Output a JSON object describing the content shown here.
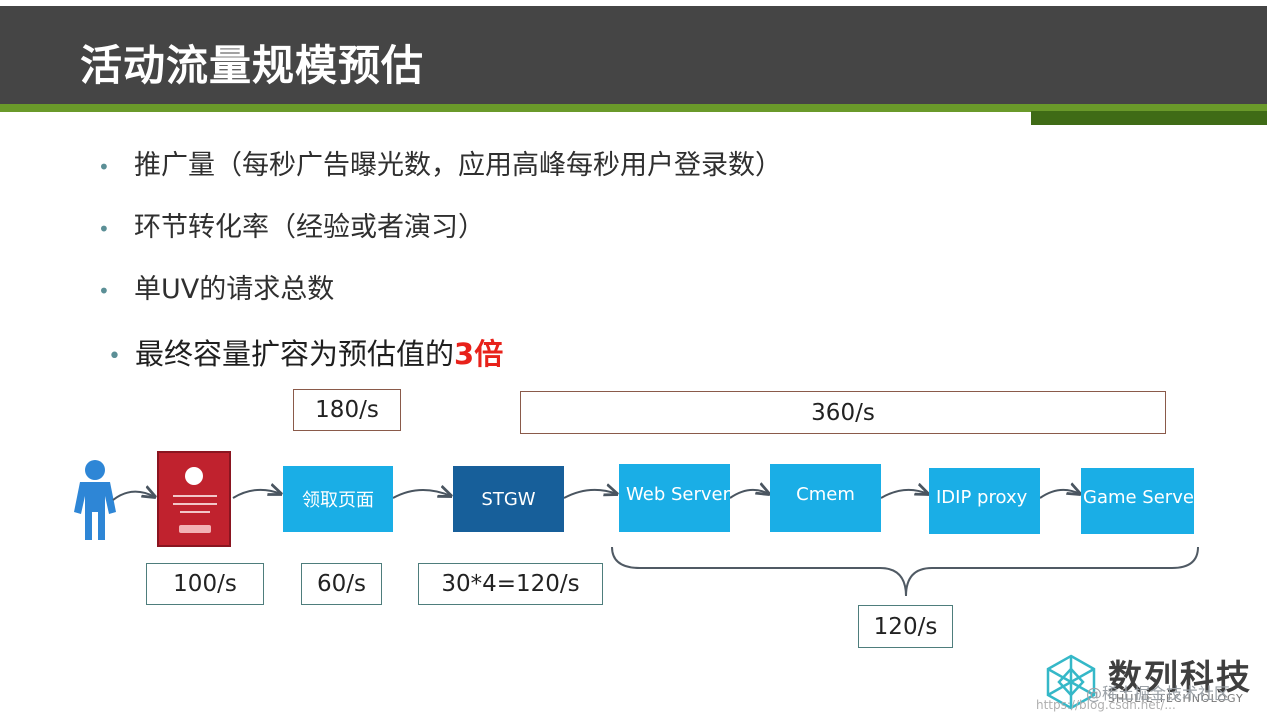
{
  "header": {
    "title": "活动流量规模预估"
  },
  "bullets": [
    {
      "text": "推广量（每秒广告曝光数，应用高峰每秒用户登录数）"
    },
    {
      "text": "环节转化率（经验或者演习）"
    },
    {
      "text": "单UV的请求总数"
    },
    {
      "text": "最终容量扩容为预估值的",
      "highlight": "3倍",
      "highlight_color": "#e8211a"
    }
  ],
  "bullet_marker": "•",
  "flow": {
    "nodes": [
      "领取页面",
      "STGW",
      "Web Server",
      "Cmem",
      "IDIP proxy",
      "Game Server"
    ],
    "rates": {
      "card": "100/s",
      "page": "60/s",
      "stgw": "30*4=120/s",
      "page_peak": "180/s",
      "backend_peak": "360/s",
      "backend": "120/s"
    },
    "colors": {
      "node": "#1aaee6",
      "node_dark": "#175f9a",
      "user_icon": "#2e86d6",
      "card": "#c0222e"
    }
  },
  "icons": {
    "user": "person-icon",
    "card": "gift-card-icon",
    "logo": "hexagon-logo-icon"
  },
  "logo": {
    "name": "数列科技",
    "sub": "SHULIE TECHNOLOGY"
  },
  "watermark": "@稀土掘金技术社区",
  "url": "https://blog.csdn.net/..."
}
